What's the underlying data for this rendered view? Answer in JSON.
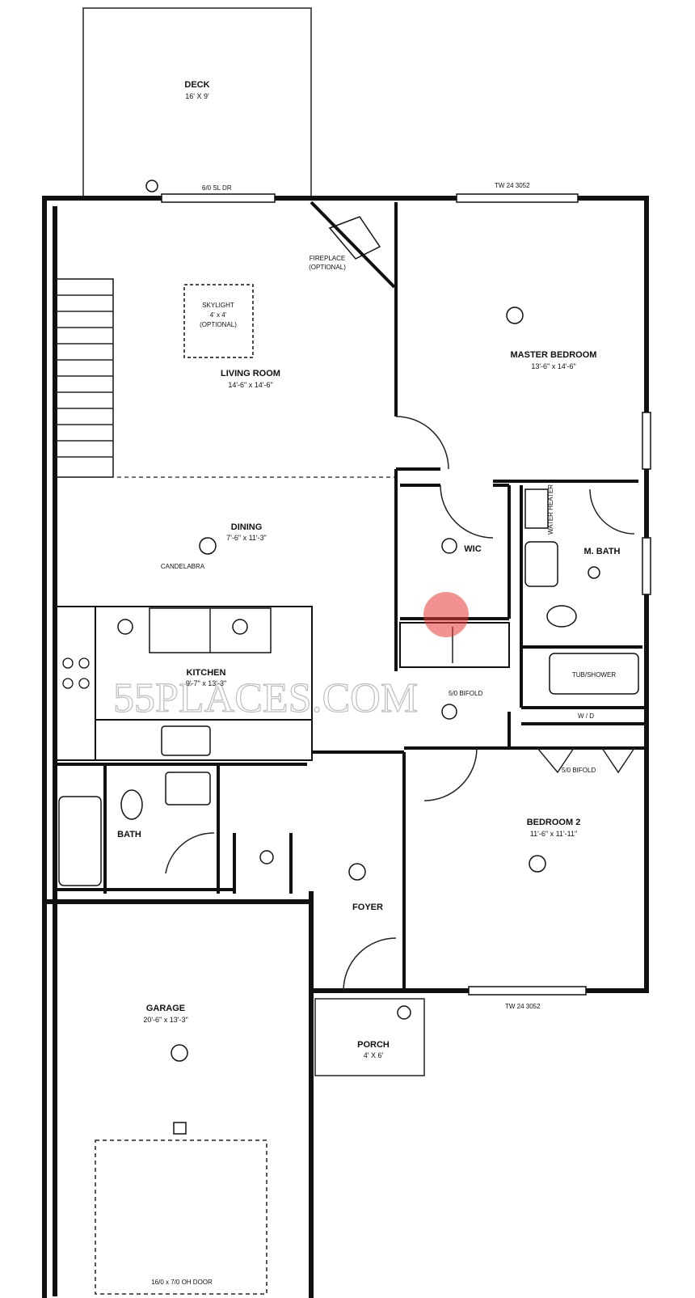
{
  "rooms": {
    "deck": {
      "name": "DECK",
      "size": "16' X 9'"
    },
    "living_room": {
      "name": "LIVING ROOM",
      "size": "14'-6\" x 14'-6\""
    },
    "skylight": {
      "line1": "SKYLIGHT",
      "line2": "4' x 4'",
      "line3": "(OPTIONAL)"
    },
    "fireplace": {
      "line1": "FIREPLACE",
      "line2": "(OPTIONAL)"
    },
    "master_bedroom": {
      "name": "MASTER BEDROOM",
      "size": "13'-6\" x 14'-6\""
    },
    "dining": {
      "name": "DINING",
      "size": "7'-6\" x 11'-3\""
    },
    "wic": {
      "name": "WIC"
    },
    "mbath": {
      "name": "M. BATH"
    },
    "kitchen": {
      "name": "KITCHEN",
      "size": "9'-7\" x 13'-3\""
    },
    "bath": {
      "name": "BATH"
    },
    "foyer": {
      "name": "FOYER"
    },
    "bedroom2": {
      "name": "BEDROOM 2",
      "size": "11'-6\" x 11'-11\""
    },
    "garage": {
      "name": "GARAGE",
      "size": "20'-6\" x 13'-3\""
    },
    "porch": {
      "name": "PORCH",
      "size": "4' X 6'"
    }
  },
  "notes": {
    "slider_door": "6/0 SL DR",
    "window_top": "TW 24 3052",
    "window_bottom": "TW 24 3052",
    "bifold_1": "5/0 BIFOLD",
    "bifold_2": "5/0 BIFOLD",
    "garage_door": "16/0 x 7/0 OH DOOR",
    "candelabra": "CANDELABRA",
    "tub_shower": "TUB/SHOWER",
    "water_heater": "WATER HEATER",
    "washer_dryer": "W / D"
  },
  "watermark": "55PLACES.COM"
}
